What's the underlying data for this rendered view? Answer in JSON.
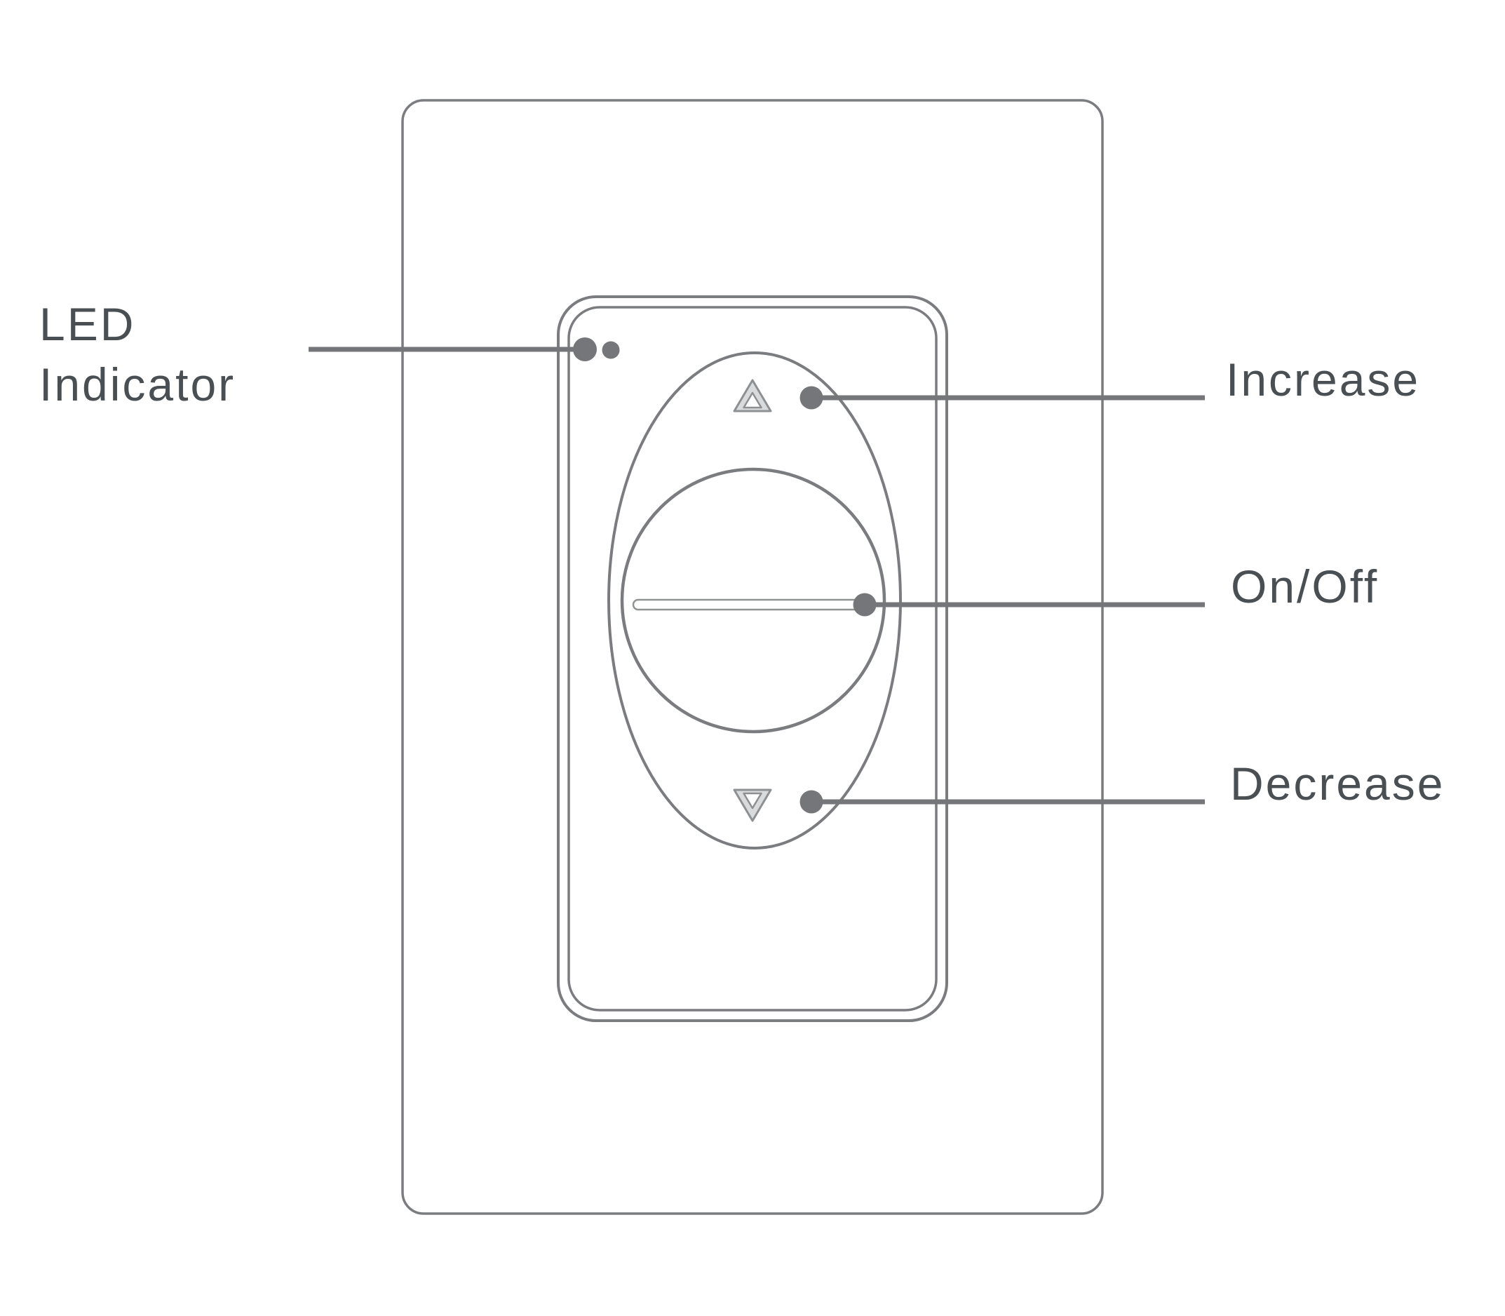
{
  "diagram": {
    "labels": {
      "led": {
        "line1": "LED",
        "line2": "Indicator"
      },
      "increase": "Increase",
      "on_off": "On/Off",
      "decrease": "Decrease"
    },
    "colors": {
      "background": "#ffffff",
      "outline": "#7a7c7f",
      "leader": "#747679",
      "text": "#4a4f54",
      "triangle_stroke": "#8d9093",
      "triangle_fill": "#d9dadb",
      "slot_stroke": "#909394",
      "slot_fill": "#ffffff"
    }
  }
}
